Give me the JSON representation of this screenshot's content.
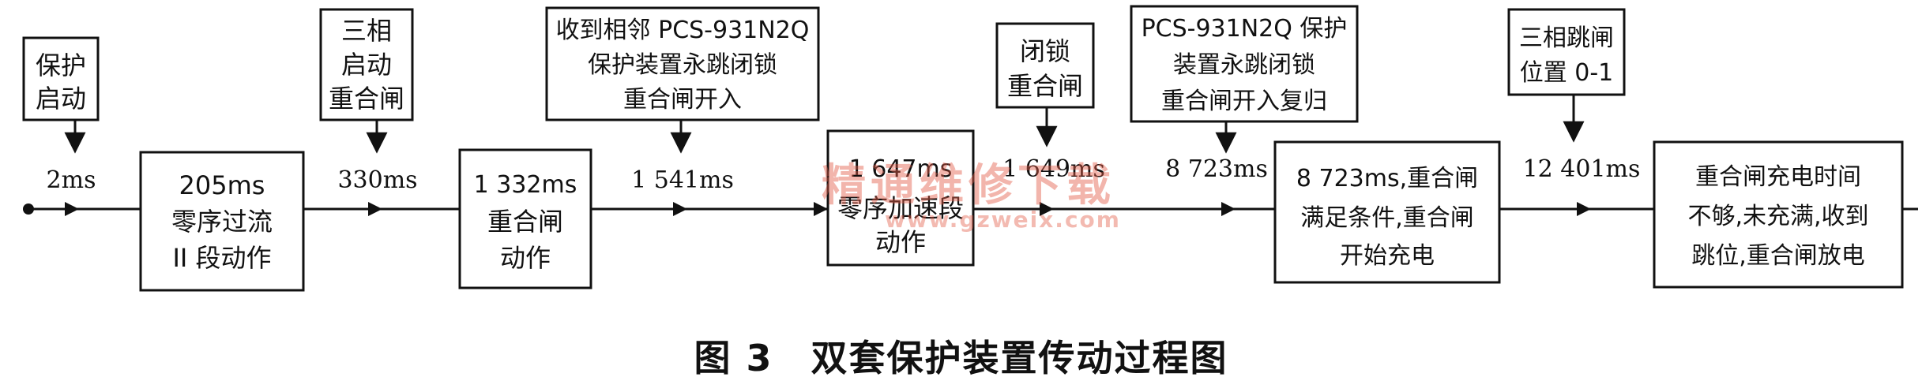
{
  "caption": "图 3　双套保护装置传动过程图",
  "watermark": {
    "line1": "精通维修下载",
    "line2": "www.gzweix.com"
  },
  "colors": {
    "line": "#111111",
    "watermark": "#e25a46"
  },
  "timeline": {
    "labels": [
      "2ms",
      "330ms",
      "1 541ms",
      "1 649ms",
      "8 723ms",
      "12 401ms",
      "1 647ms"
    ]
  },
  "events": [
    {
      "id": "protection-start",
      "lines": [
        "保护",
        "启动"
      ]
    },
    {
      "id": "three-phase-start-reclose",
      "lines": [
        "三相",
        "启动",
        "重合闸"
      ]
    },
    {
      "id": "neighbor-permanent-trip-lock",
      "lines": [
        "收到相邻 PCS-931N2Q",
        "保护装置永跳闭锁",
        "重合闸开入"
      ]
    },
    {
      "id": "lock-reclose",
      "lines": [
        "闭锁",
        "重合闸"
      ]
    },
    {
      "id": "permanent-trip-lock-reset",
      "lines": [
        "PCS-931N2Q 保护",
        "装置永跳闭锁",
        "重合闸开入复归"
      ]
    },
    {
      "id": "three-phase-trip-position",
      "lines": [
        "三相跳闸",
        "位置 0-1"
      ]
    }
  ],
  "stages": [
    {
      "id": "zero-seq-overcurrent-ii",
      "lines": [
        "205ms",
        "零序过流",
        "II 段动作"
      ]
    },
    {
      "id": "reclose-action",
      "lines": [
        "1 332ms",
        "重合闸",
        "动作"
      ]
    },
    {
      "id": "zero-seq-accel",
      "lines": [
        "零序加速段",
        "动作"
      ]
    },
    {
      "id": "reclose-charging",
      "lines": [
        "8 723ms,重合闸",
        "满足条件,重合闸",
        "开始充电"
      ]
    },
    {
      "id": "reclose-discharge",
      "lines": [
        "重合闸充电时间",
        "不够,未充满,收到",
        "跳位,重合闸放电"
      ]
    }
  ]
}
